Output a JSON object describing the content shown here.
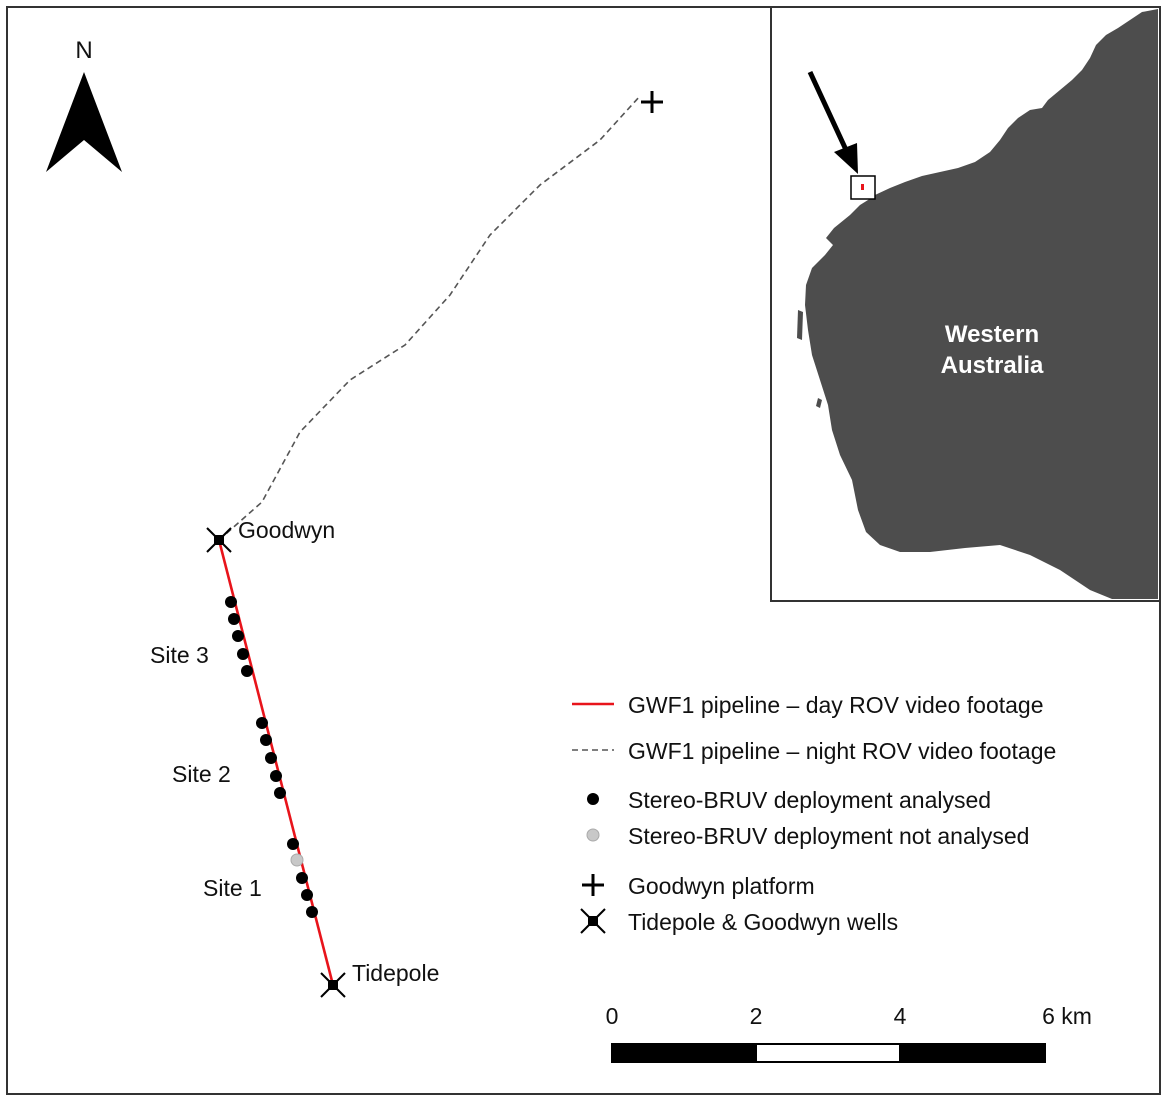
{
  "north_arrow": {
    "label": "N"
  },
  "sites": [
    {
      "label": "Site 3"
    },
    {
      "label": "Site 2"
    },
    {
      "label": "Site 1"
    }
  ],
  "wells": [
    {
      "label": "Goodwyn"
    },
    {
      "label": "Tidepole"
    }
  ],
  "inset": {
    "region_label_line1": "Western",
    "region_label_line2": "Australia",
    "land_color": "#4d4d4d",
    "highlight_color": "#e8141b"
  },
  "legend": {
    "items": [
      {
        "label": "GWF1 pipeline – day ROV video footage",
        "symbol": "red-line"
      },
      {
        "label": "GWF1 pipeline – night ROV video footage",
        "symbol": "dashed-line"
      },
      {
        "label": "Stereo-BRUV deployment analysed",
        "symbol": "black-dot"
      },
      {
        "label": "Stereo-BRUV deployment not analysed",
        "symbol": "grey-dot"
      },
      {
        "label": "Goodwyn platform",
        "symbol": "plus"
      },
      {
        "label": "Tidepole & Goodwyn wells",
        "symbol": "x-square"
      }
    ]
  },
  "scale_bar": {
    "ticks": [
      "0",
      "2",
      "4",
      "6 km"
    ],
    "max_km": 6
  },
  "colors": {
    "day_pipeline": "#e8141b",
    "night_pipeline": "#555555",
    "bruv_analysed": "#000000",
    "bruv_not_analysed": "#c8c8c8"
  }
}
